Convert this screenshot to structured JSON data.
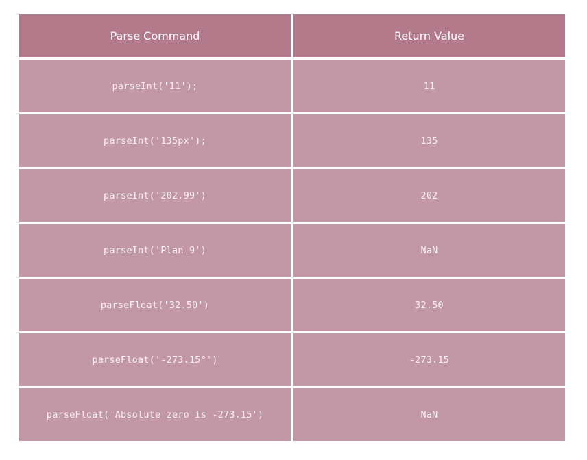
{
  "table": {
    "headers": [
      "Parse Command",
      "Return Value"
    ],
    "rows": [
      {
        "command": "parseInt('11');",
        "value": "11"
      },
      {
        "command": "parseInt('135px');",
        "value": "135"
      },
      {
        "command": "parseInt('202.99')",
        "value": "202"
      },
      {
        "command": "parseInt('Plan 9')",
        "value": "NaN"
      },
      {
        "command": "parseFloat('32.50')",
        "value": "32.50"
      },
      {
        "command": "parseFloat('-273.15°')",
        "value": "-273.15"
      },
      {
        "command": "parseFloat('Absolute zero is -273.15')",
        "value": "NaN"
      }
    ]
  },
  "colors": {
    "header_bg": "#b37a8b",
    "cell_bg": "#c298a6",
    "text": "#fbf0f3"
  }
}
